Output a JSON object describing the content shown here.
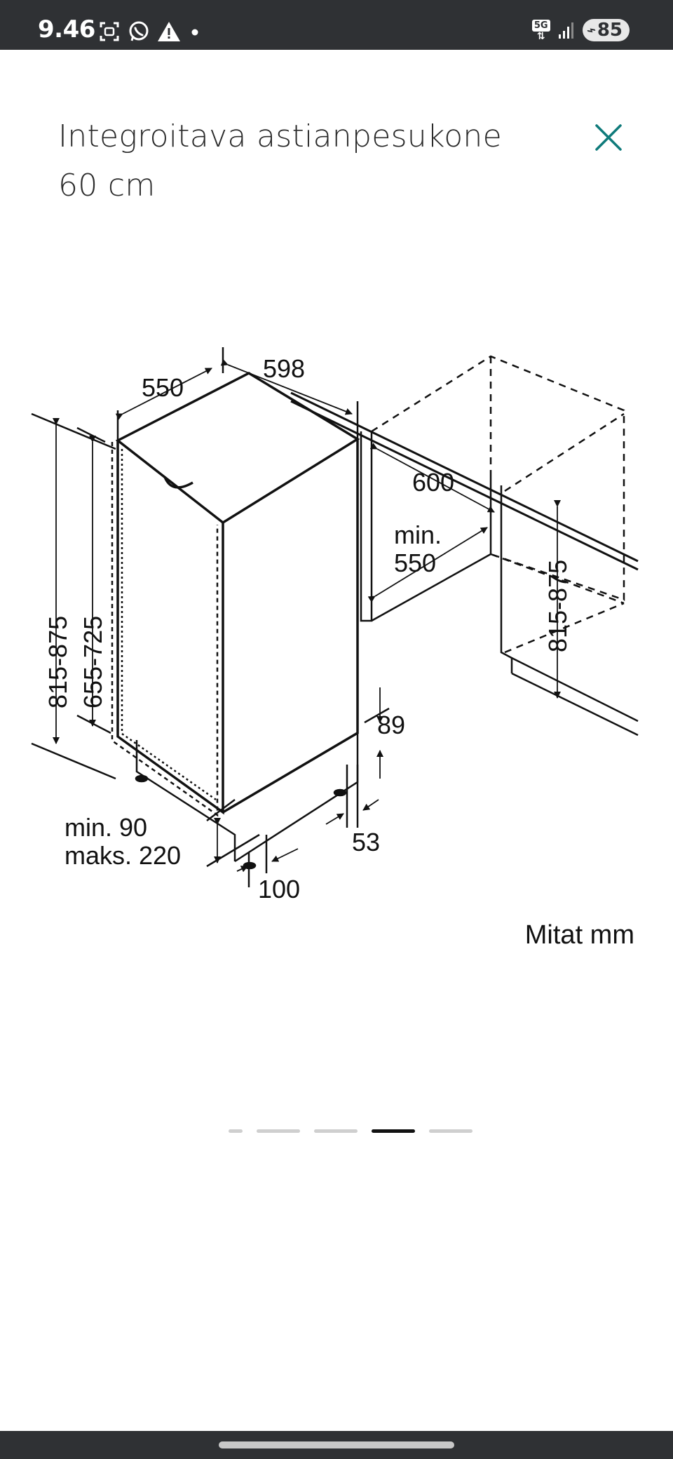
{
  "status_bar": {
    "time": "9.46",
    "network": "5G",
    "battery": "85",
    "icons": [
      "screenshot-icon",
      "whatsapp-icon",
      "warning-icon",
      "dot-icon",
      "5g-icon",
      "signal-icon",
      "battery-icon"
    ]
  },
  "header": {
    "title_line1": "Integroitava astianpesukone",
    "title_line2": "60 cm",
    "close_icon": "close-icon",
    "accent_color": "#0e7a7a"
  },
  "diagram": {
    "dimensions": {
      "depth": "550",
      "width": "598",
      "niche_depth": "600",
      "niche_min_label": "min.",
      "niche_min_value": "550",
      "height_range": "815-875",
      "door_height_range": "655-725",
      "niche_height_range": "815-875",
      "plinth_height": "89",
      "foot_recess": "53",
      "plinth_min": "min. 90",
      "plinth_max": "maks. 220",
      "plinth_depth": "100"
    },
    "units_label": "Mitat mm"
  },
  "pager": {
    "count": 5,
    "active_index": 3
  }
}
